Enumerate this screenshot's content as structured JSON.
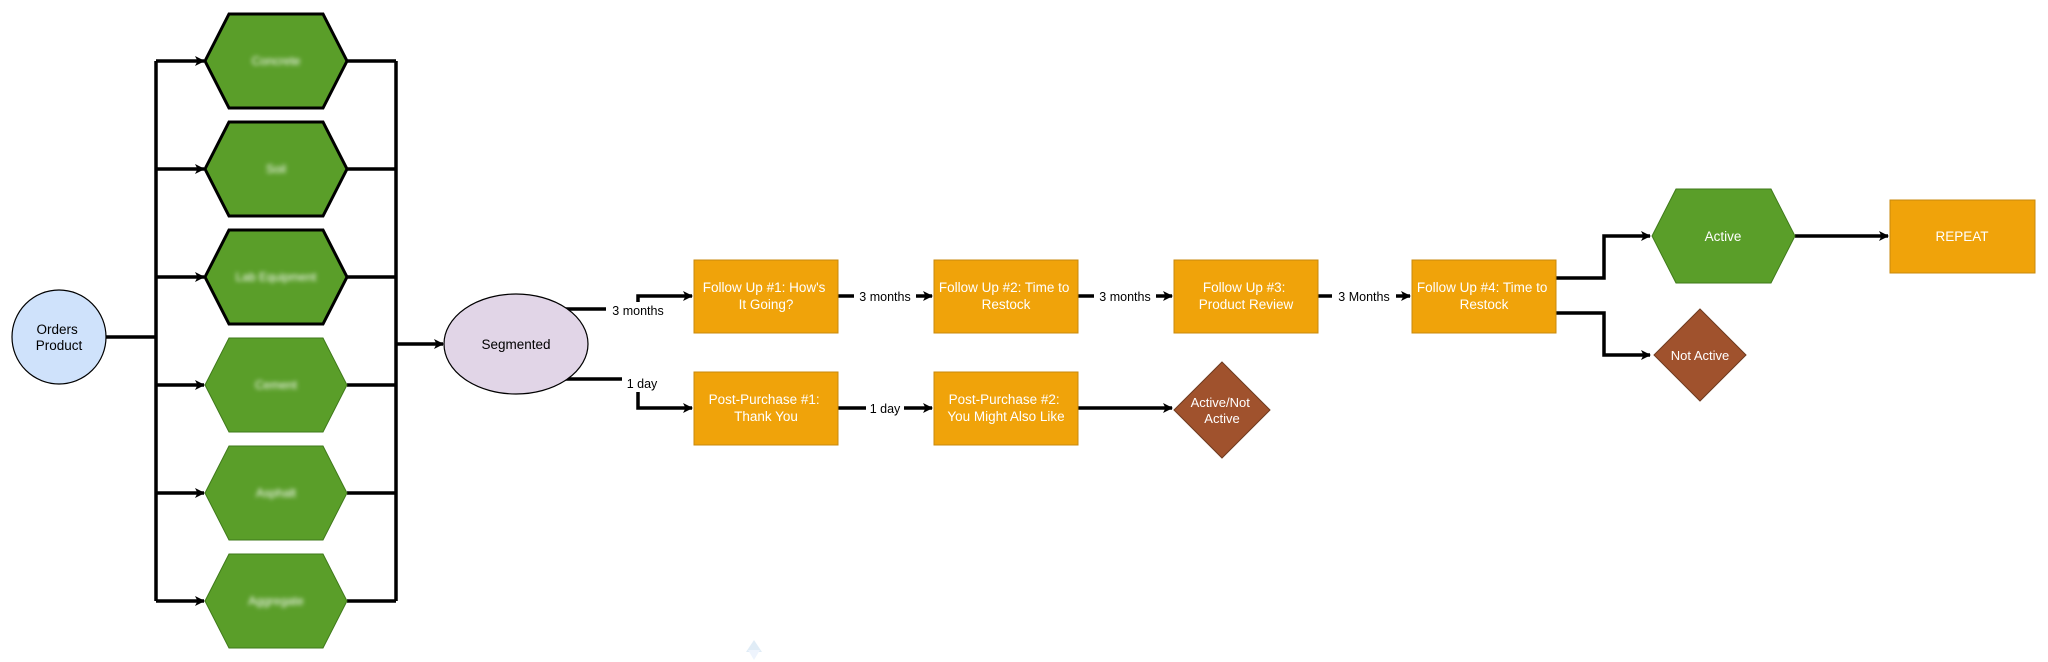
{
  "colors": {
    "green": "#5a9e29",
    "orange": "#f0a30a",
    "brown": "#a0522d",
    "circle_fill": "#cfe2fb",
    "ellipse_fill": "#e1d5e7",
    "line": "#000000",
    "white_text": "#ffffff"
  },
  "nodes": {
    "orders": {
      "label": "Orders\nProduct"
    },
    "segmented": {
      "label": "Segmented"
    },
    "hex": [
      {
        "label": "Concrete",
        "obscured": true
      },
      {
        "label": "Soil",
        "obscured": true
      },
      {
        "label": "Lab Equipment",
        "obscured": true
      },
      {
        "label": "Cement",
        "obscured": true
      },
      {
        "label": "Asphalt",
        "obscured": true
      },
      {
        "label": "Aggregate",
        "obscured": true
      }
    ],
    "fu1": {
      "label": "Follow Up #1: How's\nIt Going?"
    },
    "fu2": {
      "label": "Follow Up #2: Time to\nRestock"
    },
    "fu3": {
      "label": "Follow Up #3:\nProduct Review"
    },
    "fu4": {
      "label": "Follow Up #4: Time to\nRestock"
    },
    "pp1": {
      "label": "Post-Purchase #1:\nThank You"
    },
    "pp2": {
      "label": "Post-Purchase #2:\nYou Might Also Like"
    },
    "active_not": {
      "label": "Active/Not\nActive"
    },
    "active": {
      "label": "Active"
    },
    "not_active": {
      "label": "Not Active"
    },
    "repeat": {
      "label": "REPEAT"
    }
  },
  "edge_labels": {
    "seg_to_fu1": "3 months",
    "fu1_to_fu2": "3 months",
    "fu2_to_fu3": "3 months",
    "fu3_to_fu4": "3 Months",
    "seg_to_pp1": "1 day",
    "pp1_to_pp2": "1 day"
  }
}
